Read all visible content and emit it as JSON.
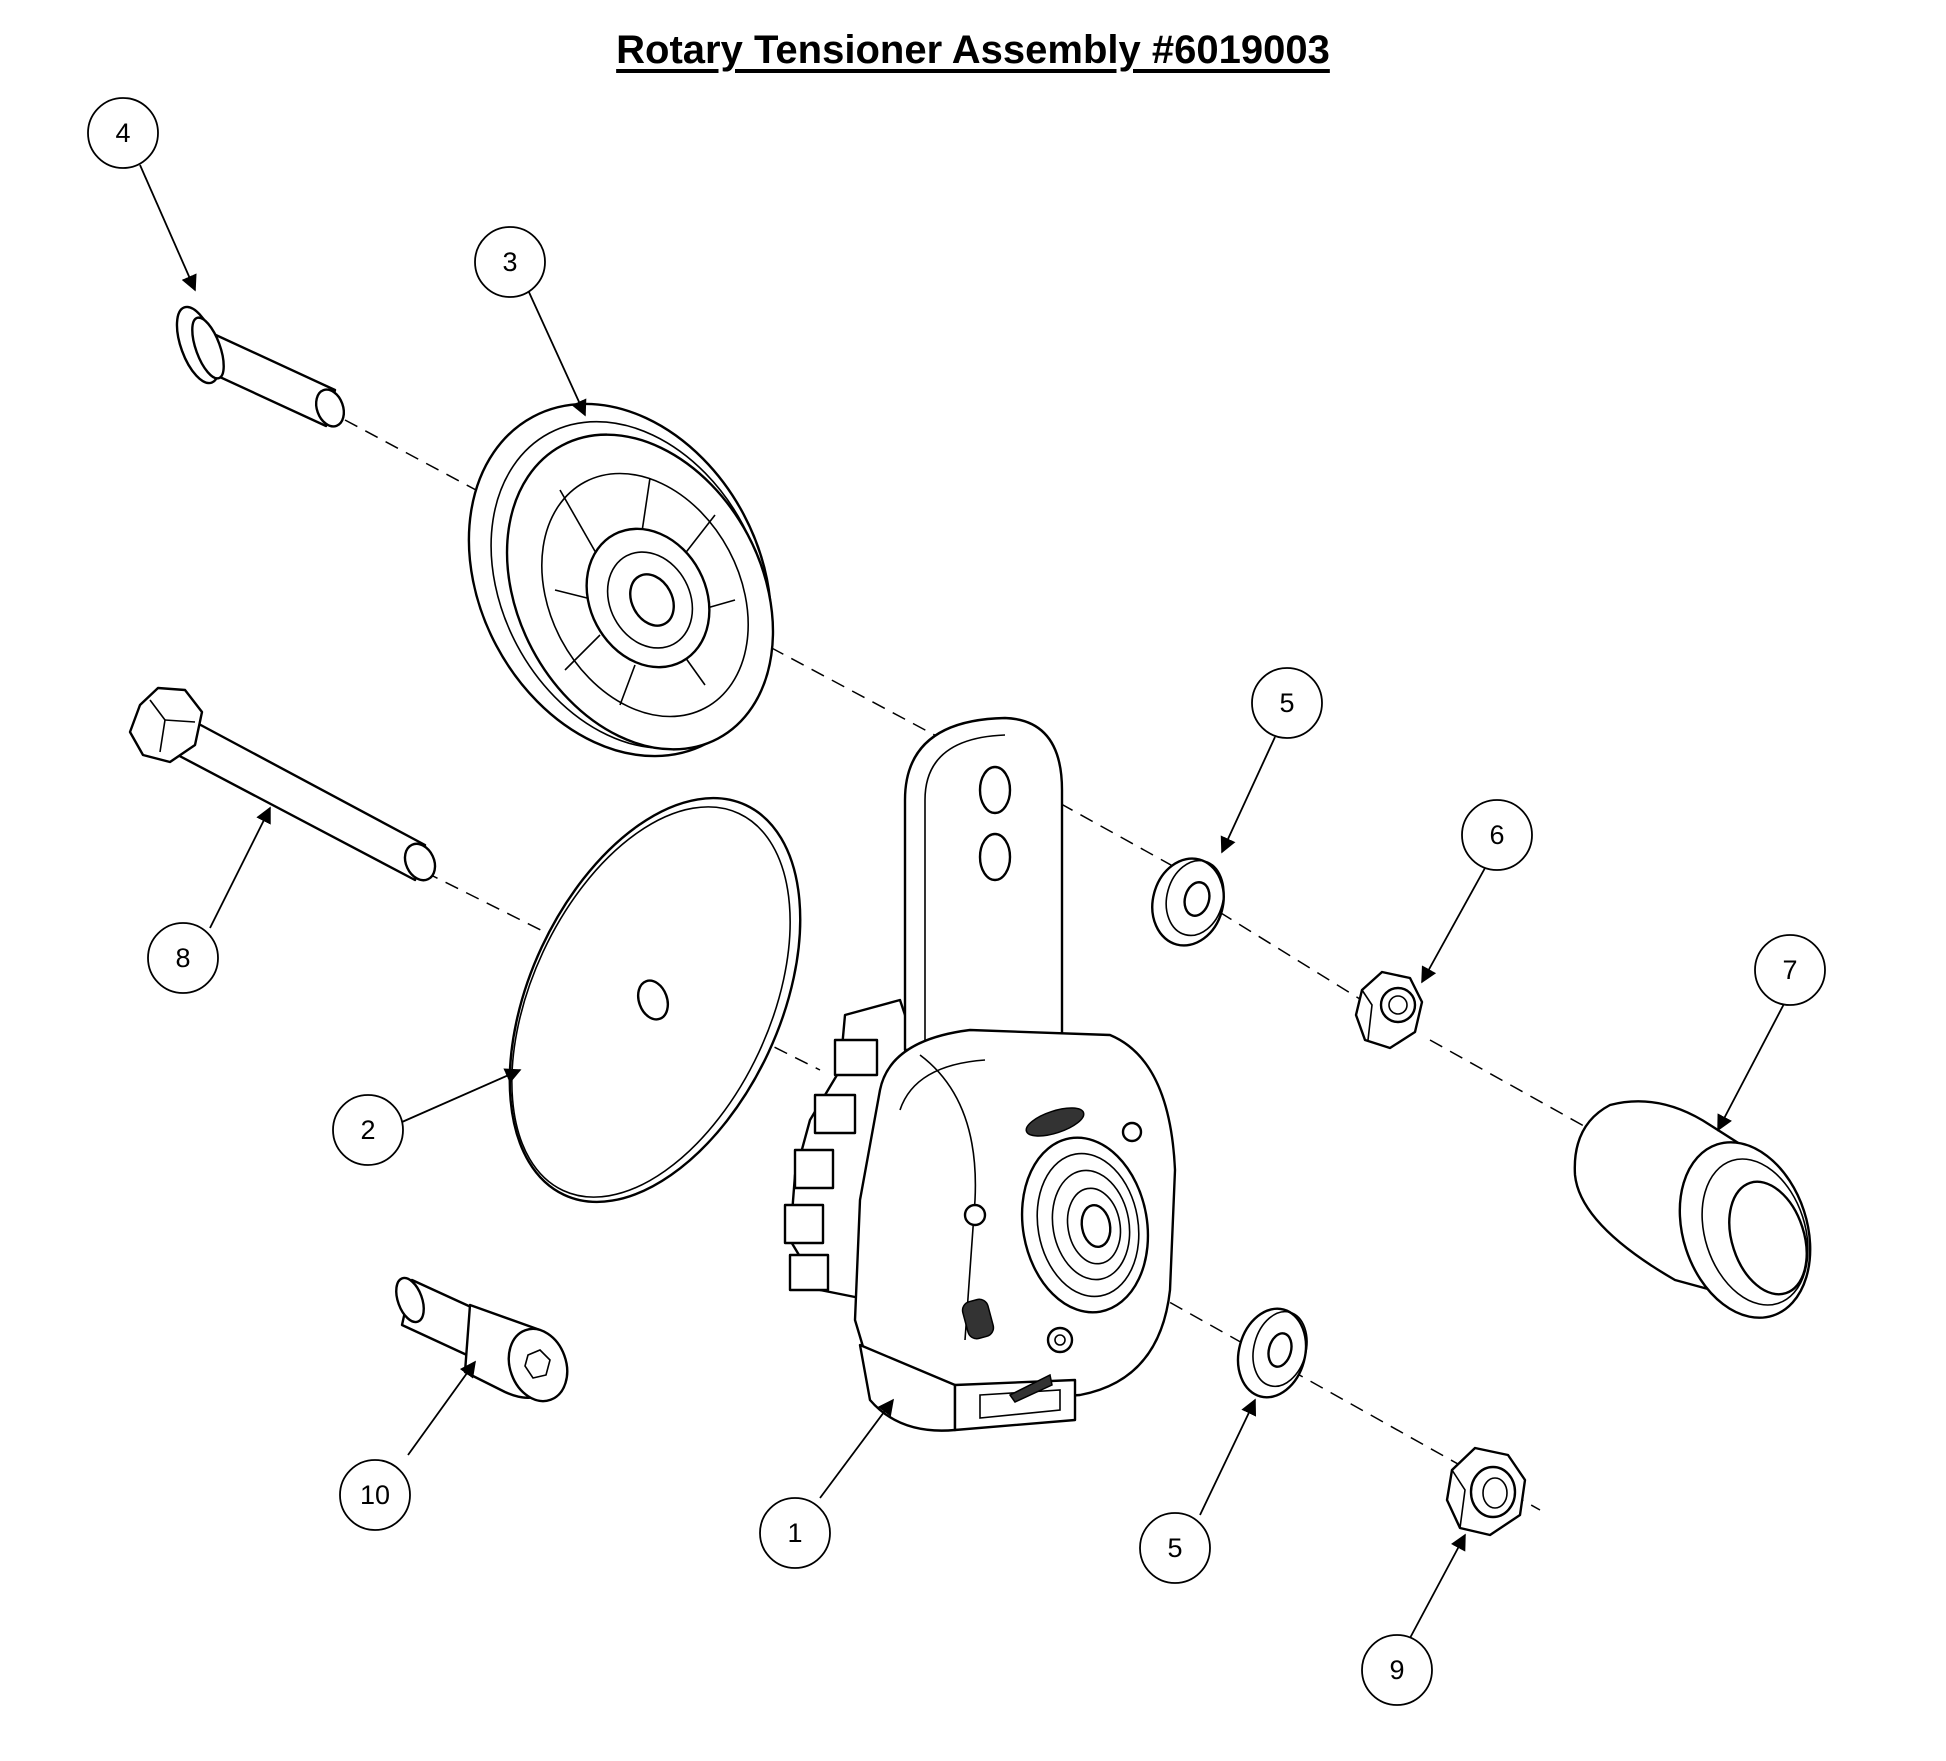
{
  "title": "Rotary Tensioner Assembly #6019003",
  "callouts": [
    {
      "id": "c4",
      "label": "4"
    },
    {
      "id": "c3",
      "label": "3"
    },
    {
      "id": "c8",
      "label": "8"
    },
    {
      "id": "c2",
      "label": "2"
    },
    {
      "id": "c5a",
      "label": "5"
    },
    {
      "id": "c6",
      "label": "6"
    },
    {
      "id": "c7",
      "label": "7"
    },
    {
      "id": "c10",
      "label": "10"
    },
    {
      "id": "c1",
      "label": "1"
    },
    {
      "id": "c5b",
      "label": "5"
    },
    {
      "id": "c9",
      "label": "9"
    }
  ]
}
